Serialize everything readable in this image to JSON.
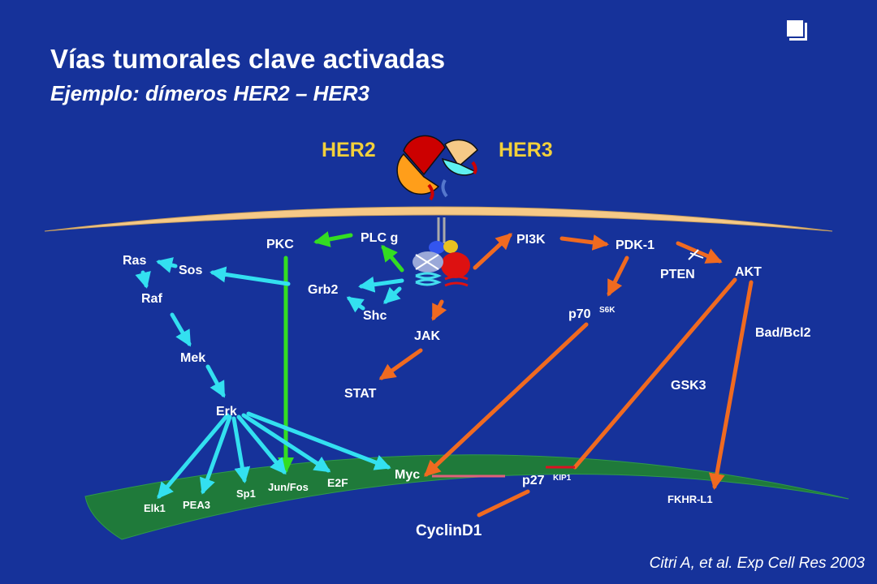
{
  "slide": {
    "title": "Vías tumorales clave activadas",
    "subtitle": "Ejemplo: dímeros HER2 – HER3",
    "citation": "Citri A, et al. Exp Cell Res 2003"
  },
  "receptors": {
    "left": "HER2",
    "right": "HER3"
  },
  "nodes": {
    "pkc": "PKC",
    "plcg": "PLC g",
    "pi3k": "PI3K",
    "pdk1": "PDK-1",
    "ras": "Ras",
    "sos": "Sos",
    "raf": "Raf",
    "grb2": "Grb2",
    "shc": "Shc",
    "pten": "PTEN",
    "akt": "AKT",
    "p70": "p70",
    "p70_sup": "S6K",
    "jak": "JAK",
    "mek": "Mek",
    "bad_bcl2": "Bad/Bcl2",
    "gsk3": "GSK3",
    "stat": "STAT",
    "erk": "Erk",
    "myc": "Myc",
    "p27": "p27",
    "p27_sup": "KIP1",
    "e2f": "E2F",
    "jun_fos": "Jun/Fos",
    "sp1": "Sp1",
    "pea3": "PEA3",
    "elk1": "Elk1",
    "fkhr_l1": "FKHR-L1",
    "cyclind1": "CyclinD1"
  },
  "colors": {
    "background": "#16329a",
    "title": "#ffffff",
    "receptor_label": "#f2d03b",
    "membrane": "#f6c987",
    "nucleus": "#1f7a3a",
    "cyan_arrow": "#33e0f0",
    "green_arrow": "#33dd22",
    "orange_arrow": "#f06a20",
    "inhibit_line": "#e0607a",
    "text": "#ffffff"
  },
  "icons": {
    "corner": "checkbox-square-icon"
  }
}
